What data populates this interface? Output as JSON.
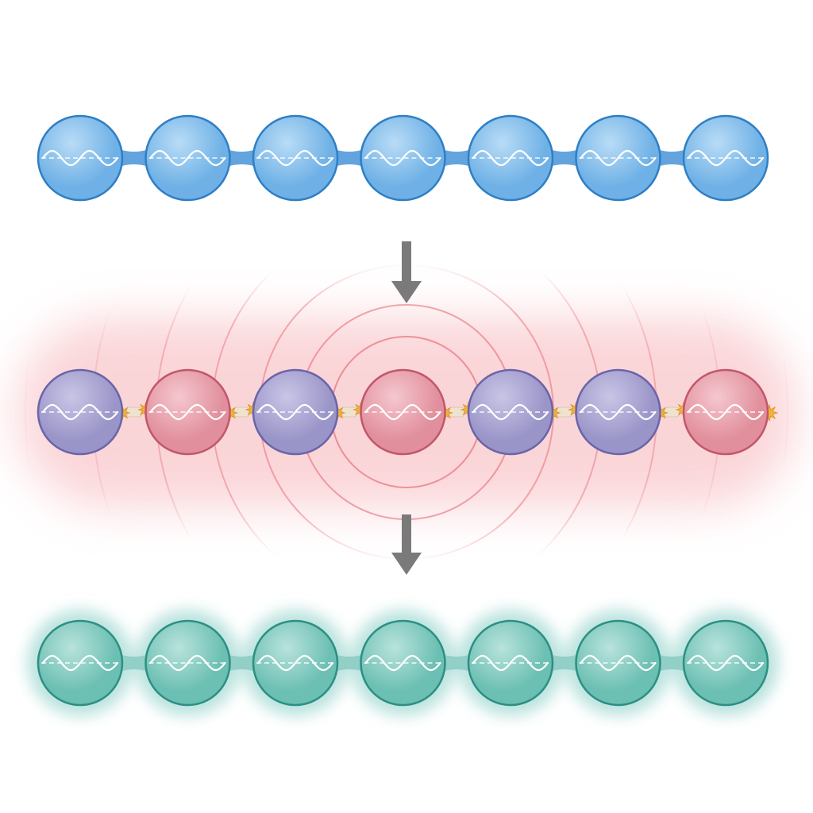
{
  "diagram": {
    "colors": {
      "background": "#ffffff",
      "arrow": "#7a7a7a",
      "wave": "#ffffff",
      "spark": "#f2b53a",
      "rings": "#e8707a",
      "glow_red": "#f7b4ba",
      "glow_teal": "#a9dcd6"
    },
    "stages": [
      {
        "id": "stage-intact-chain",
        "bead_count": 7,
        "connected": true,
        "state": "intact",
        "bead_colors": [
          "blue",
          "blue",
          "blue",
          "blue",
          "blue",
          "blue",
          "blue"
        ],
        "palette": {
          "blue": {
            "fill": "#6fb1e6",
            "stroke": "#2f7fc4",
            "light": "#b9dcf6"
          }
        },
        "linker": "#5b9fdc"
      },
      {
        "id": "stage-disrupted-chain",
        "bead_count": 7,
        "connected": false,
        "state": "disrupted",
        "bead_colors": [
          "purple",
          "pink",
          "purple",
          "pink",
          "purple",
          "purple",
          "pink"
        ],
        "palette": {
          "purple": {
            "fill": "#9a95c8",
            "stroke": "#6c64a8",
            "light": "#c9c5e6"
          },
          "pink": {
            "fill": "#e18f9c",
            "stroke": "#c2566a",
            "light": "#f5c7cf"
          }
        },
        "linker": "#efe3cf"
      },
      {
        "id": "stage-restored-chain",
        "bead_count": 7,
        "connected": true,
        "state": "restored",
        "bead_colors": [
          "teal",
          "teal",
          "teal",
          "teal",
          "teal",
          "teal",
          "teal"
        ],
        "palette": {
          "teal": {
            "fill": "#6cbfb3",
            "stroke": "#2d8f83",
            "light": "#b8e3dc"
          }
        },
        "linker": "#8fcdc4"
      }
    ],
    "transitions": [
      {
        "id": "arrow-down-1",
        "direction": "down"
      },
      {
        "id": "arrow-down-2",
        "direction": "down"
      }
    ]
  }
}
